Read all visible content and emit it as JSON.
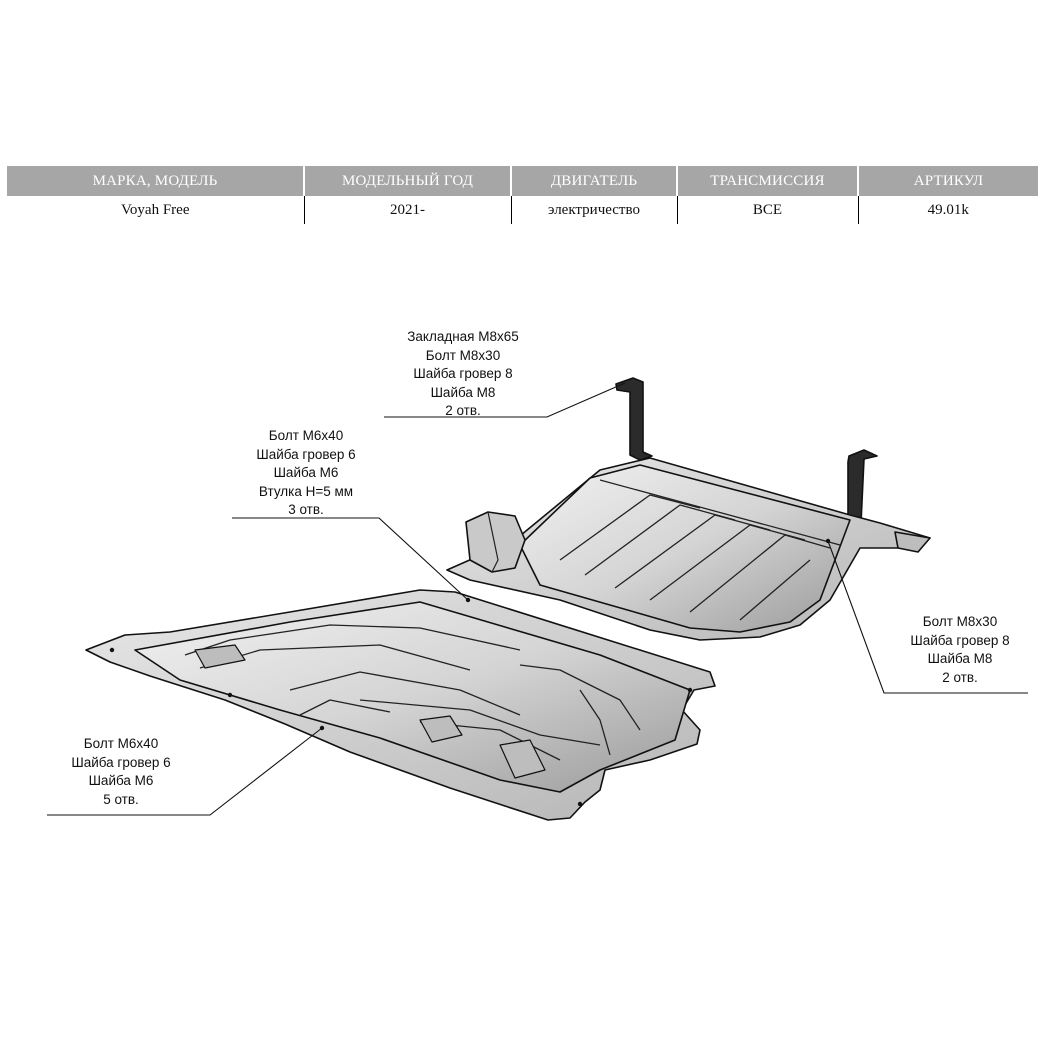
{
  "table": {
    "headers": [
      "МАРКА, МОДЕЛЬ",
      "МОДЕЛЬНЫЙ ГОД",
      "ДВИГАТЕЛЬ",
      "ТРАНСМИССИЯ",
      "АРТИКУЛ"
    ],
    "row": [
      "Voyah Free",
      "2021-",
      "электричество",
      "ВСЕ",
      "49.01k"
    ]
  },
  "callouts": {
    "top": [
      "Закладная М8х65",
      "Болт М8х30",
      "Шайба гровер 8",
      "Шайба М8",
      "2 отв."
    ],
    "middle_left": [
      "Болт М6х40",
      "Шайба гровер 6",
      "Шайба М6",
      "Втулка Н=5 мм",
      "3 отв."
    ],
    "right": [
      "Болт М8х30",
      "Шайба гровер 8",
      "Шайба М8",
      "2 отв."
    ],
    "bottom_left": [
      "Болт М6х40",
      "Шайба гровер 6",
      "Шайба М6",
      "5 отв."
    ]
  }
}
